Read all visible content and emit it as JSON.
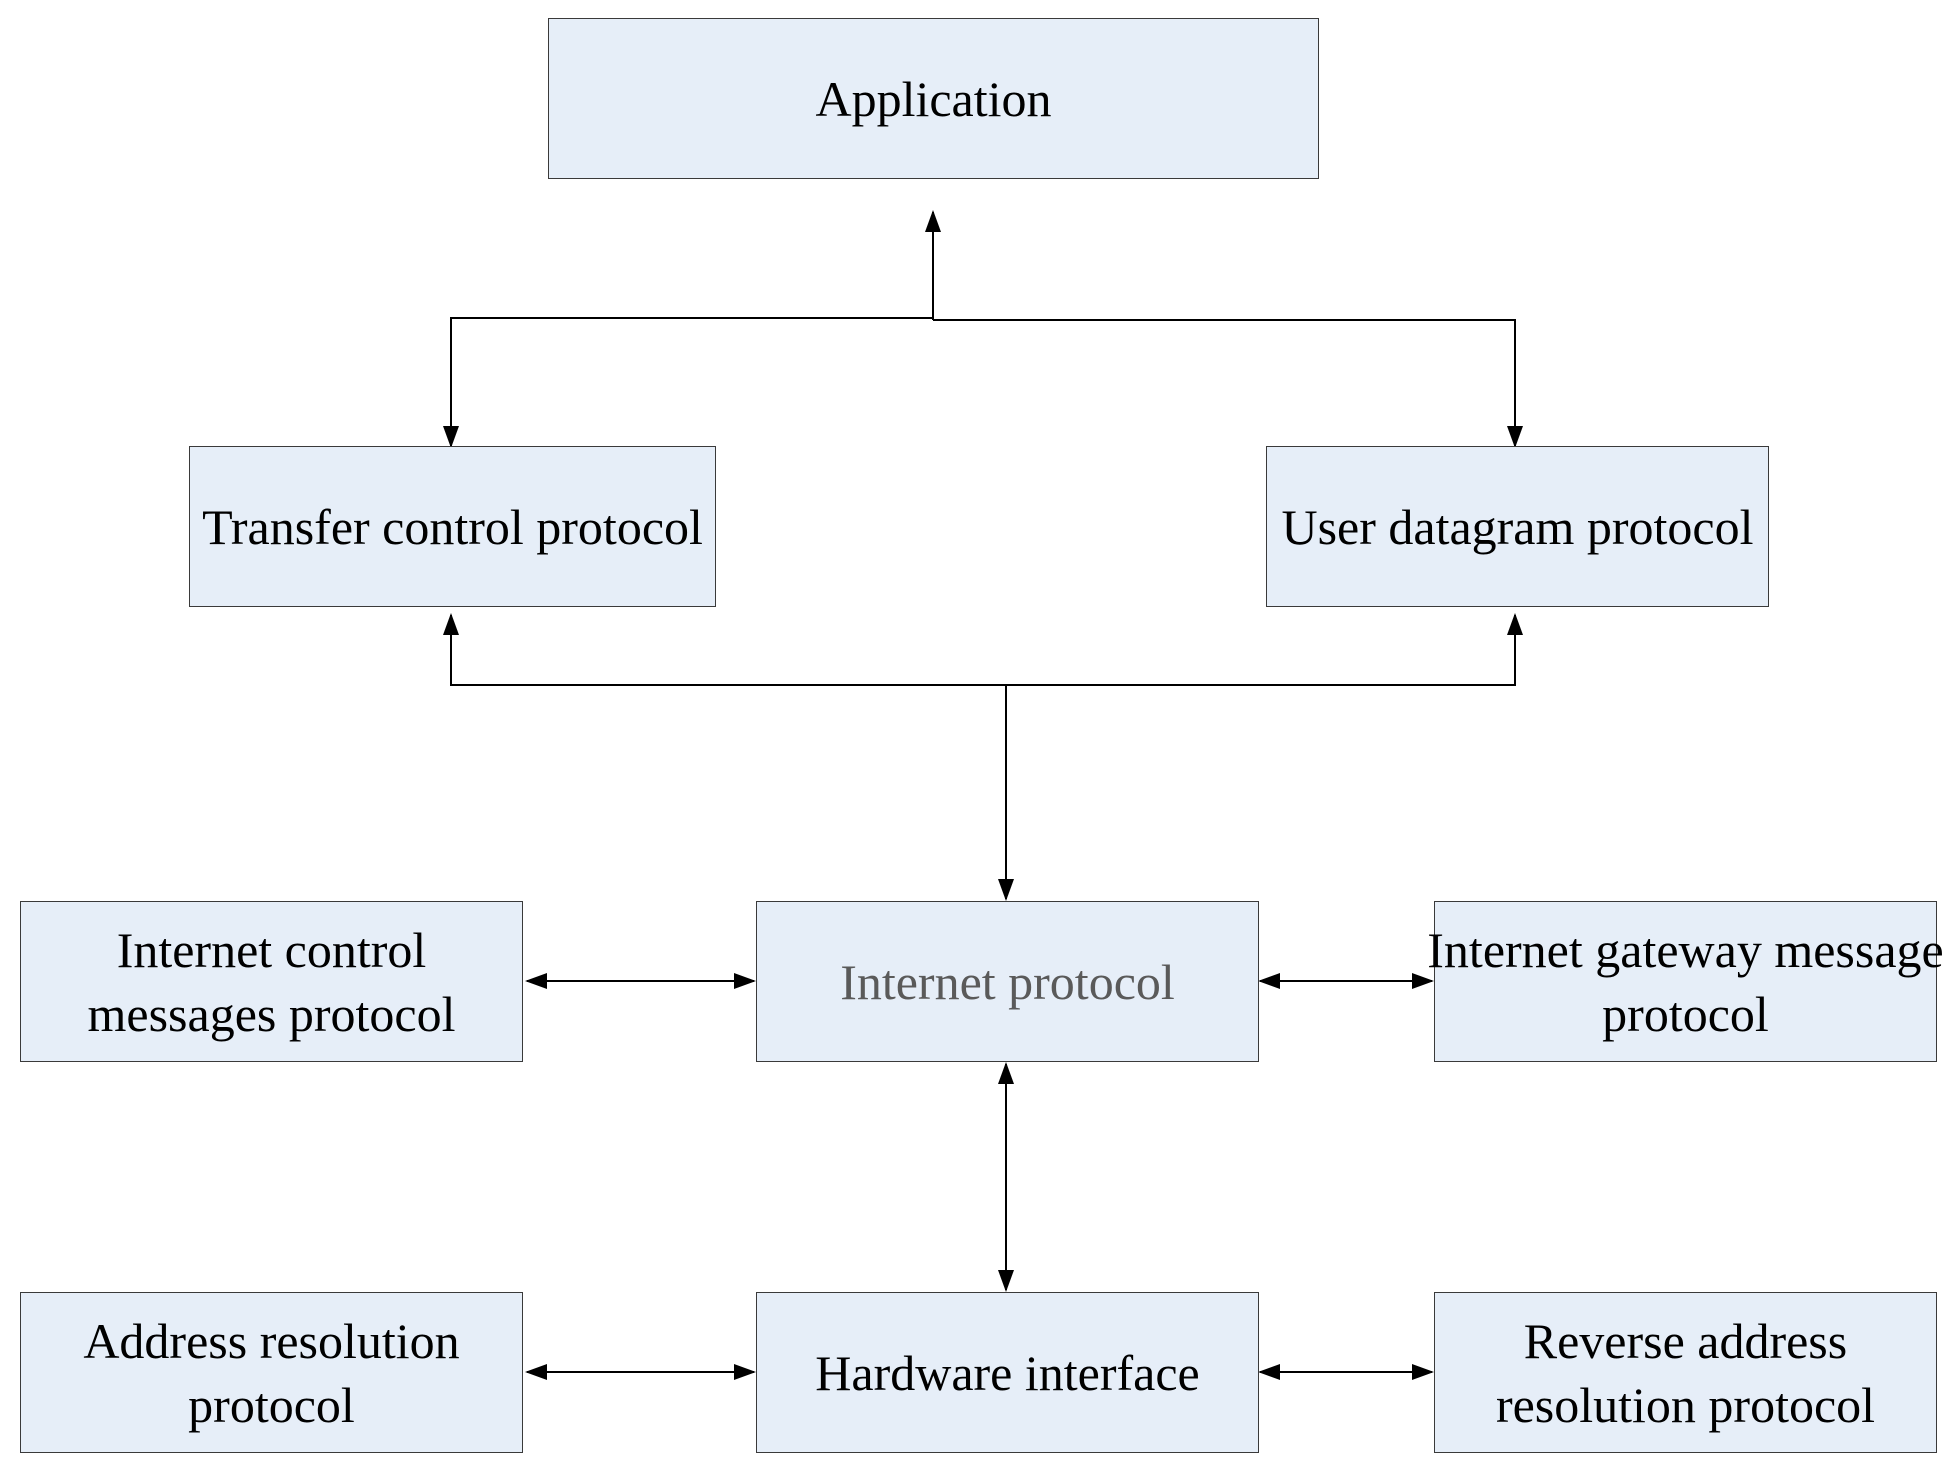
{
  "colors": {
    "box_fill": "#e6eef8",
    "box_border": "#3a3a3a",
    "line": "#000000",
    "text": "#000000",
    "text_muted": "#5a5a5a"
  },
  "nodes": {
    "application": {
      "label": "Application"
    },
    "tcp": {
      "label": "Transfer control protocol"
    },
    "udp": {
      "label": "User datagram protocol"
    },
    "icmp": {
      "line1": "Internet control",
      "line2": "messages protocol"
    },
    "ip": {
      "label": "Internet protocol"
    },
    "igmp": {
      "line1": "Internet gateway message",
      "line2": "protocol"
    },
    "arp": {
      "line1": "Address resolution",
      "line2": "protocol"
    },
    "hardware": {
      "label": "Hardware interface"
    },
    "rarp": {
      "line1": "Reverse address",
      "line2": "resolution protocol"
    }
  },
  "edges": [
    {
      "from": "application",
      "to": "tcp",
      "direction": "both"
    },
    {
      "from": "application",
      "to": "udp",
      "direction": "both"
    },
    {
      "from": "ip",
      "to": "tcp",
      "direction": "both"
    },
    {
      "from": "ip",
      "to": "udp",
      "direction": "both"
    },
    {
      "from": "icmp",
      "to": "ip",
      "direction": "both"
    },
    {
      "from": "ip",
      "to": "igmp",
      "direction": "both"
    },
    {
      "from": "ip",
      "to": "hardware",
      "direction": "both"
    },
    {
      "from": "arp",
      "to": "hardware",
      "direction": "both"
    },
    {
      "from": "hardware",
      "to": "rarp",
      "direction": "both"
    }
  ]
}
